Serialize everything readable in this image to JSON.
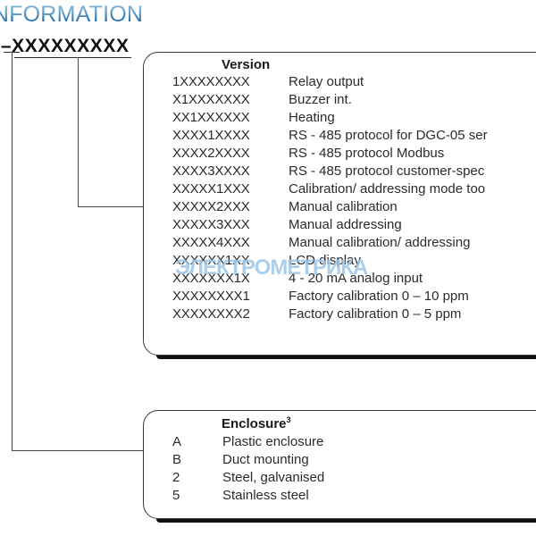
{
  "header": {
    "title": "G INFORMATION",
    "title_color": "#2f74ac"
  },
  "order_code": {
    "text": "–X–XXXXXXXXX"
  },
  "watermark": {
    "text": "ЭЛЕКТРОМЕТРИКА",
    "color": "#9dc6e8"
  },
  "version_box": {
    "header": "Version",
    "rows": [
      {
        "code": "1XXXXXXXX",
        "desc": "Relay output"
      },
      {
        "code": "X1XXXXXXX",
        "desc": "Buzzer int."
      },
      {
        "code": "XX1XXXXXX",
        "desc": "Heating"
      },
      {
        "code": "XXXX1XXXX",
        "desc": "RS - 485 protocol for DGC-05 ser"
      },
      {
        "code": "XXXX2XXXX",
        "desc": "RS - 485 protocol Modbus"
      },
      {
        "code": "XXXX3XXXX",
        "desc": "RS - 485 protocol customer-spec"
      },
      {
        "code": "XXXXX1XXX",
        "desc": "Calibration/ addressing mode too"
      },
      {
        "code": "XXXXX2XXX",
        "desc": "Manual calibration"
      },
      {
        "code": "XXXXX3XXX",
        "desc": "Manual addressing"
      },
      {
        "code": "XXXXX4XXX",
        "desc": "Manual calibration/ addressing"
      },
      {
        "code": "XXXXXX1XX",
        "desc": "LCD display"
      },
      {
        "code": "XXXXXXX1X",
        "desc": "4 - 20 mA analog input"
      },
      {
        "code": "XXXXXXXX1",
        "desc": "Factory calibration 0 – 10 ppm"
      },
      {
        "code": "XXXXXXXX2",
        "desc": "Factory calibration 0 – 5 ppm"
      }
    ]
  },
  "enclosure_box": {
    "header": "Enclosure",
    "header_superscript": "3",
    "rows": [
      {
        "code": "A",
        "desc": "Plastic enclosure"
      },
      {
        "code": "B",
        "desc": "Duct mounting"
      },
      {
        "code": "2",
        "desc": "Steel, galvanised"
      },
      {
        "code": "5",
        "desc": "Stainless steel"
      }
    ]
  }
}
